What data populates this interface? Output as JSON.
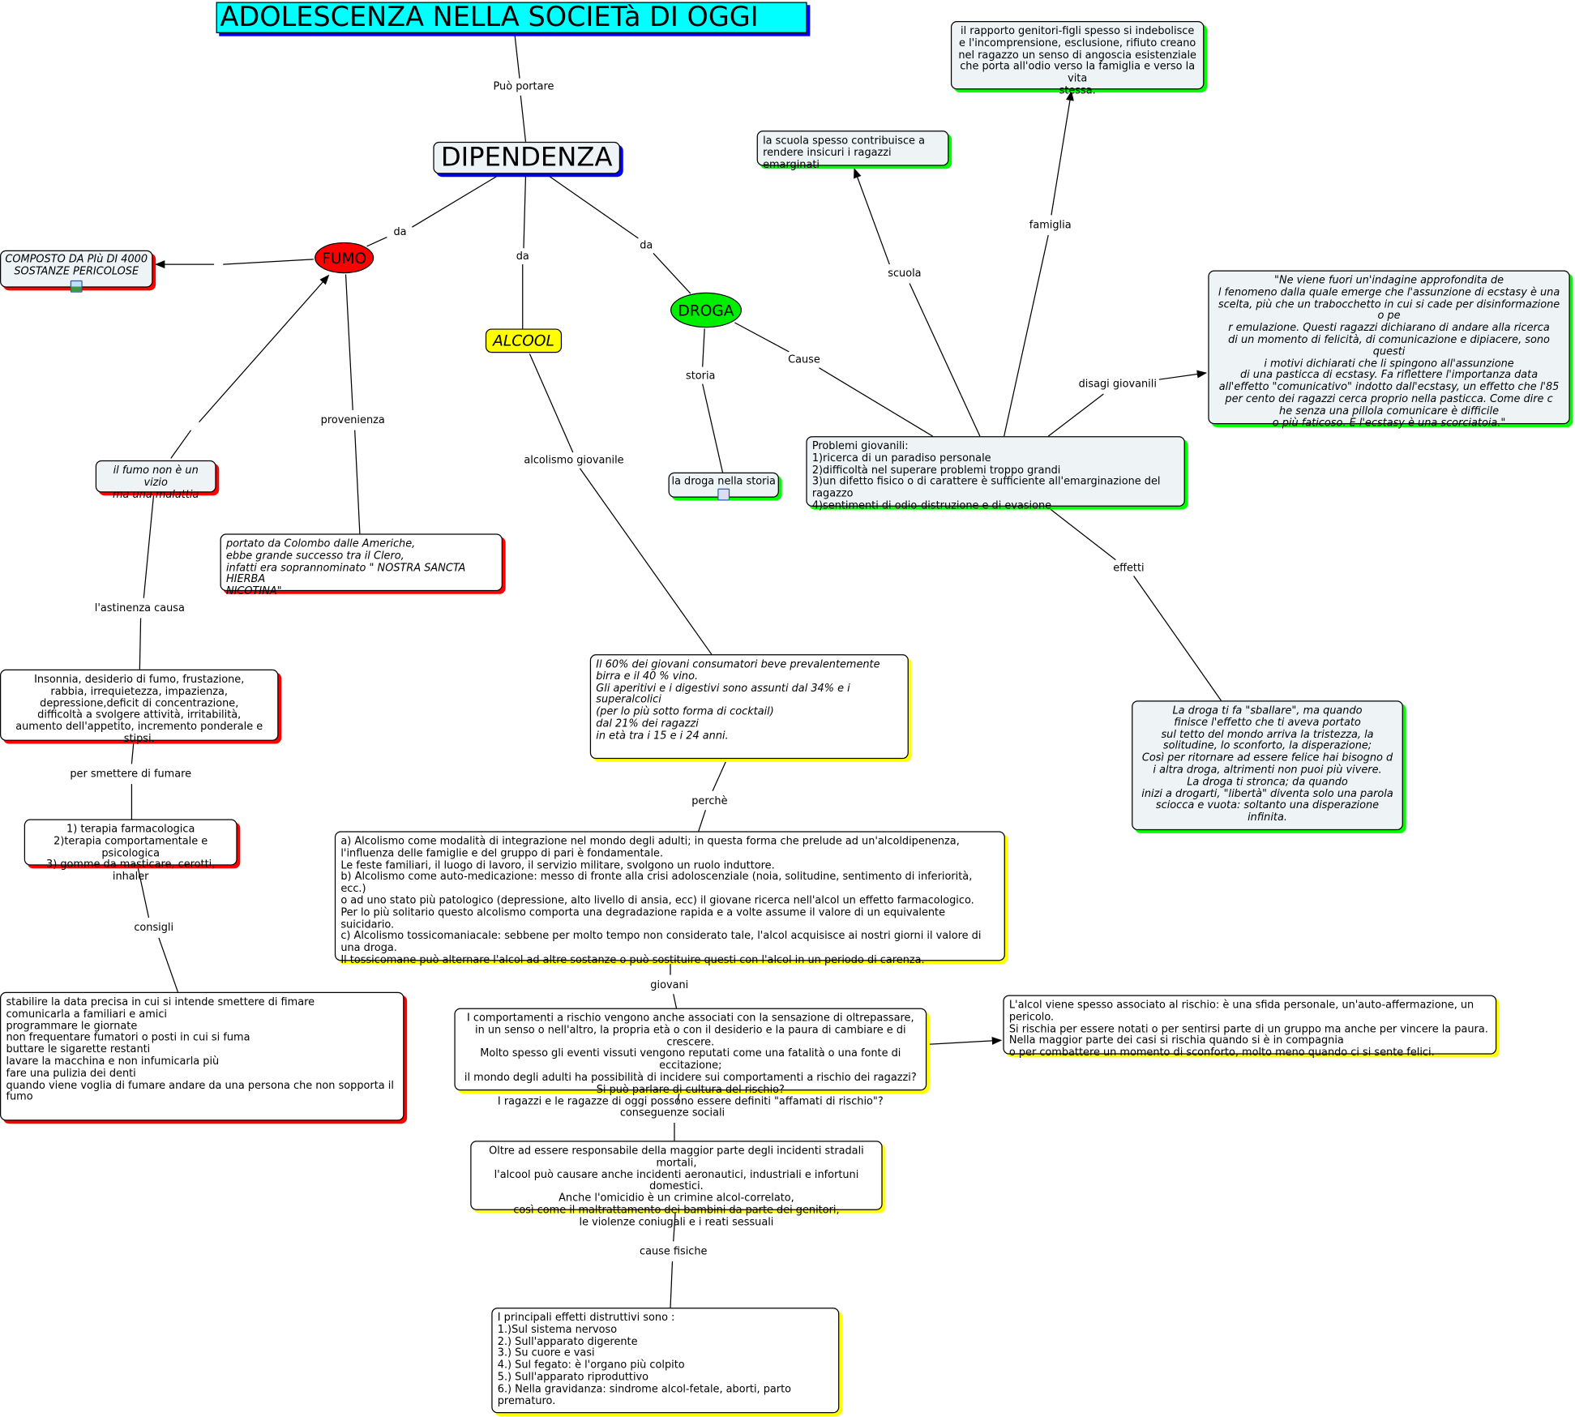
{
  "title": "ADOLESCENZA NELLA SOCIETà DI OGGI",
  "colors": {
    "title_bg": "#00ffff",
    "fumo": "#ff0000",
    "alcool": "#ffff00",
    "droga": "#00ee00",
    "node_bg": "#eef3f5"
  },
  "nodes": {
    "dipendenza": "DIPENDENZA",
    "fumo": "FUMO",
    "alcool": "ALCOOL",
    "droga": "DROGA",
    "composto": "COMPOSTO DA PIù DI 4000\nSOSTANZE PERICOLOSE",
    "scuola_box": "la scuola spesso contribuisce a\nrendere insicuri i ragazzi emarginati",
    "famiglia_box": "il rapporto genitori-figli spesso si indebolisce\ne l'incomprensione, esclusione, rifiuto creano\nnel ragazzo un senso di angoscia esistenziale\nche porta all'odio verso la famiglia e verso la vita\nstessa.",
    "quote_box": "\"Ne viene fuori un'indagine approfondita de\nl fenomeno dalla quale emerge che l'assunzione di ecstasy è una\nscelta, più che un trabocchetto in cui si cade per disinformazione o pe\nr emulazione. Questi ragazzi dichiarano di andare alla ricerca\ndi un momento di felicità, di comunicazione e dipiacere, sono questi\ni motivi dichiarati che li spingono all'assunzione\ndi una pasticca di ecstasy. Fa riflettere l'importanza data\nall'effetto \"comunicativo\" indotto dall'ecstasy, un effetto che l'85\nper cento dei ragazzi cerca proprio nella pasticca. Come dire c\nhe senza una pillola comunicare è difficile\no più faticoso. E l'ecstasy è una scorciatoia.\"",
    "problemi": "Problemi giovanili:\n1)ricerca di un paradiso personale\n2)difficoltà nel superare problemi troppo grandi\n3)un difetto fisico o di carattere è sufficiente all'emarginazione del ragazzo\n4)sentimenti di odio-distruzione e di evasione",
    "storia_box": "la droga nella storia",
    "sballare": "La droga ti fa \"sballare\", ma quando\nfinisce l'effetto che ti aveva portato\nsul tetto del mondo arriva la tristezza, la\nsolitudine, lo sconforto, la disperazione;\nCosì per ritornare ad essere felice hai bisogno d\ni altra droga, altrimenti non puoi più vivere.\nLa droga ti stronca; da quando\ninizi a drogarti, \"libertà\" diventa solo una parola\nsciocca e vuota: soltanto una disperazione infinita.",
    "vizio": "il fumo non è un vizio\nma una malattia",
    "colombo": "portato da Colombo dalle Americhe,\n ebbe grande successo tra il Clero,\ninfatti era soprannominato \" NOSTRA SANCTA HIERBA\nNICOTINA\"",
    "insonnia": "Insonnia, desiderio di fumo, frustazione,\nrabbia, irrequietezza, impazienza,\ndepressione,deficit di concentrazione,\ndifficoltà a svolgere attività, irritabilità,\naumento dell'appetito, incremento ponderale e stipsi.",
    "terapia": "1)  terapia farmacologica\n2)terapia comportamentale e psicologica\n3) gomme da masticare, cerotti, inhaler",
    "consigli_box": "stabilire la data precisa in cui si intende smettere di fimare\ncomunicarla a familiari e amici\nprogrammare le giornate\nnon frequentare fumatori o posti in cui si fuma\nbuttare le sigarette restanti\nlavare la macchina e non infumicarla più\nfare una pulizia dei denti\nquando viene voglia di fumare andare da una persona che non sopporta il fumo",
    "sessanta": "Il 60% dei giovani consumatori beve prevalentemente\n birra e il 40 % vino.\nGli aperitivi e i digestivi sono assunti dal 34% e i superalcolici\n (per lo più sotto forma di cocktail)\n dal 21% dei ragazzi\n in età tra i 15 e i 24 anni.",
    "alcolismo_abc": "a) Alcolismo come modalità di integrazione nel mondo degli adulti; in questa forma che prelude ad un'alcoldipenenza,\n l'influenza delle famiglie e del gruppo di pari è fondamentale.\n Le feste familiari, il luogo di lavoro, il servizio militare, svolgono un ruolo induttore.\nb) Alcolismo come auto-medicazione: messo di fronte alla crisi adoloscenziale (noia, solitudine, sentimento di inferiorità, ecc.)\n o ad uno stato più patologico (depressione, alto livello di ansia, ecc) il giovane  ricerca nell'alcol un effetto farmacologico.\n Per lo più solitario questo alcolismo comporta una degradazione rapida e a volte assume il valore di  un equivalente suicidario.\nc) Alcolismo tossicomaniacale: sebbene per molto tempo non considerato tale, l'alcol acquisisce ai nostri giorni il valore di una droga.\nIl tossicomane può alternare l'alcol ad altre sostanze o può sostituire questi con l'alcol in un periodo di carenza.",
    "comportamenti": "I comportamenti a rischio vengono anche associati con la sensazione di oltrepassare,\nin un senso o nell'altro, la propria età o con il desiderio e la paura di cambiare e di crescere.\n Molto spesso gli eventi vissuti vengono reputati come una fatalità o una fonte di eccitazione;\nil mondo degli adulti ha possibilità di incidere sui comportamenti a rischio dei ragazzi?\nSi può parlare di cultura del rischio?\nI ragazzi e le ragazze di oggi possono essere definiti \"affamati di rischio\"?",
    "rischio": "L'alcol viene spesso associato al rischio: è una sfida personale, un'auto-affermazione, un pericolo.\n Si rischia per essere notati o per sentirsi parte di un gruppo ma anche per vincere la paura.\nNella maggior parte dei casi si rischia quando si è in compagnia\n o per combattere un momento di sconforto, molto meno quando ci si sente felici.",
    "oltre": "Oltre ad essere responsabile della maggior parte degli incidenti stradali mortali,\nl'alcool può causare anche incidenti aeronautici, industriali e infortuni domestici.\nAnche l'omicidio è un crimine alcol-correlato,\ncosì come il maltrattamento dei bambini da parte dei genitori,\nle violenze coniugali e i reati sessuali",
    "principali": "I principali effetti distruttivi sono :\n1.)Sul sistema nervoso\n2.) Sull'apparato digerente\n3.) Su cuore e vasi\n4.) Sul fegato: è l'organo più colpito\n5.) Sull'apparato riproduttivo\n6.) Nella gravidanza: sindrome alcol-fetale, aborti, parto prematuro."
  },
  "links": {
    "puo_portare": "Può portare",
    "da_fumo": "da",
    "da_alcool": "da",
    "da_droga": "da",
    "provenienza": "provenienza",
    "alcolismo_giovanile": "alcolismo giovanile",
    "storia": "storia",
    "cause": "Cause",
    "scuola": "scuola",
    "famiglia": "famiglia",
    "disagi": "disagi giovanili",
    "effetti": "effetti",
    "astinenza": "l'astinenza causa",
    "smettere": "per smettere di fumare",
    "consigli": "consigli",
    "perche": "perchè",
    "giovani": "giovani",
    "conseguenze": "conseguenze sociali",
    "cause_fisiche": "cause fisiche"
  }
}
